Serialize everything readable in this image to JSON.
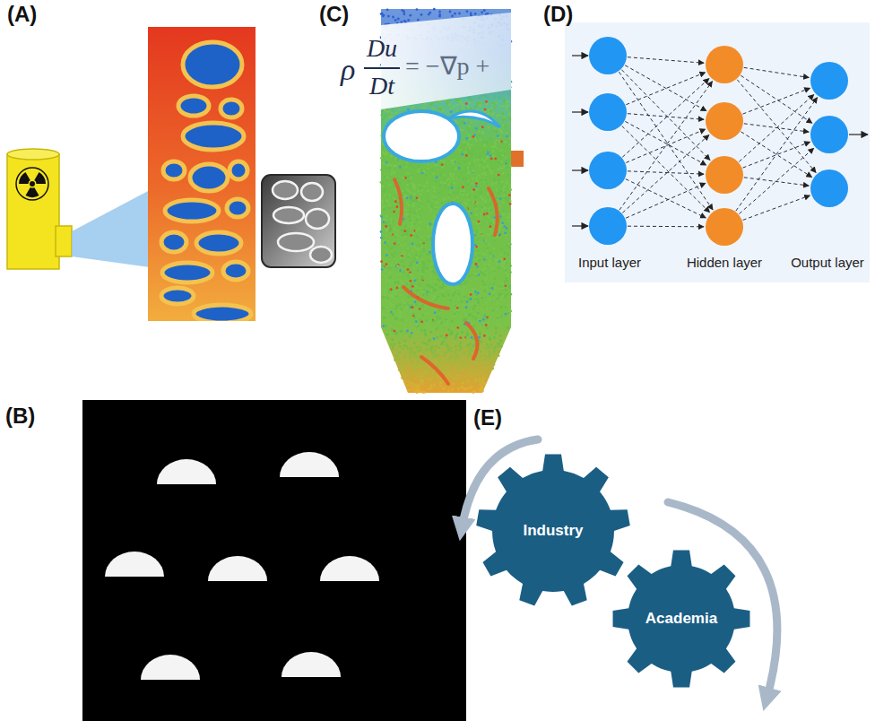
{
  "diagram": {
    "nodes": [
      {
        "text": [
          "Industry"
        ]
      },
      {
        "text": [
          "Academia"
        ]
      }
    ],
    "labels": [
      "(A)",
      "(C)",
      "ρ",
      "Du",
      "Dt",
      "= −∇p +",
      "(D)",
      "Input layer",
      "Hidden layer",
      "Output layer",
      "(B)",
      "(E)"
    ]
  }
}
